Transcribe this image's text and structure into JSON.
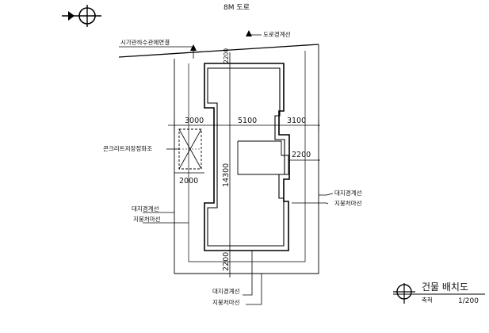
{
  "road_title": "8M 도로",
  "labels": {
    "road_boundary": "도로경계선",
    "city_drain": "시가관하수관에연결",
    "concrete_tank": "콘크리트저장정화조",
    "site_boundary_right": "대지경계선",
    "eave_line_right": "지붕처마선",
    "site_boundary_left": "대지경계선",
    "eave_line_left": "지붕처마선",
    "site_boundary_bottom": "대지경계선",
    "eave_line_bottom": "지붕처마선"
  },
  "dimensions": {
    "left_width": "3000",
    "center_width": "5100",
    "right_width": "3100",
    "right_offset": "2200",
    "tank_offset": "2000",
    "building_depth": "14300",
    "bottom_setback": "2200",
    "top_setback": "2200"
  },
  "title_block": {
    "title": "건물 배치도",
    "scale_label": "축척",
    "scale_value": "1/200"
  },
  "icons": [
    "north-arrow-icon",
    "title-symbol-icon"
  ]
}
